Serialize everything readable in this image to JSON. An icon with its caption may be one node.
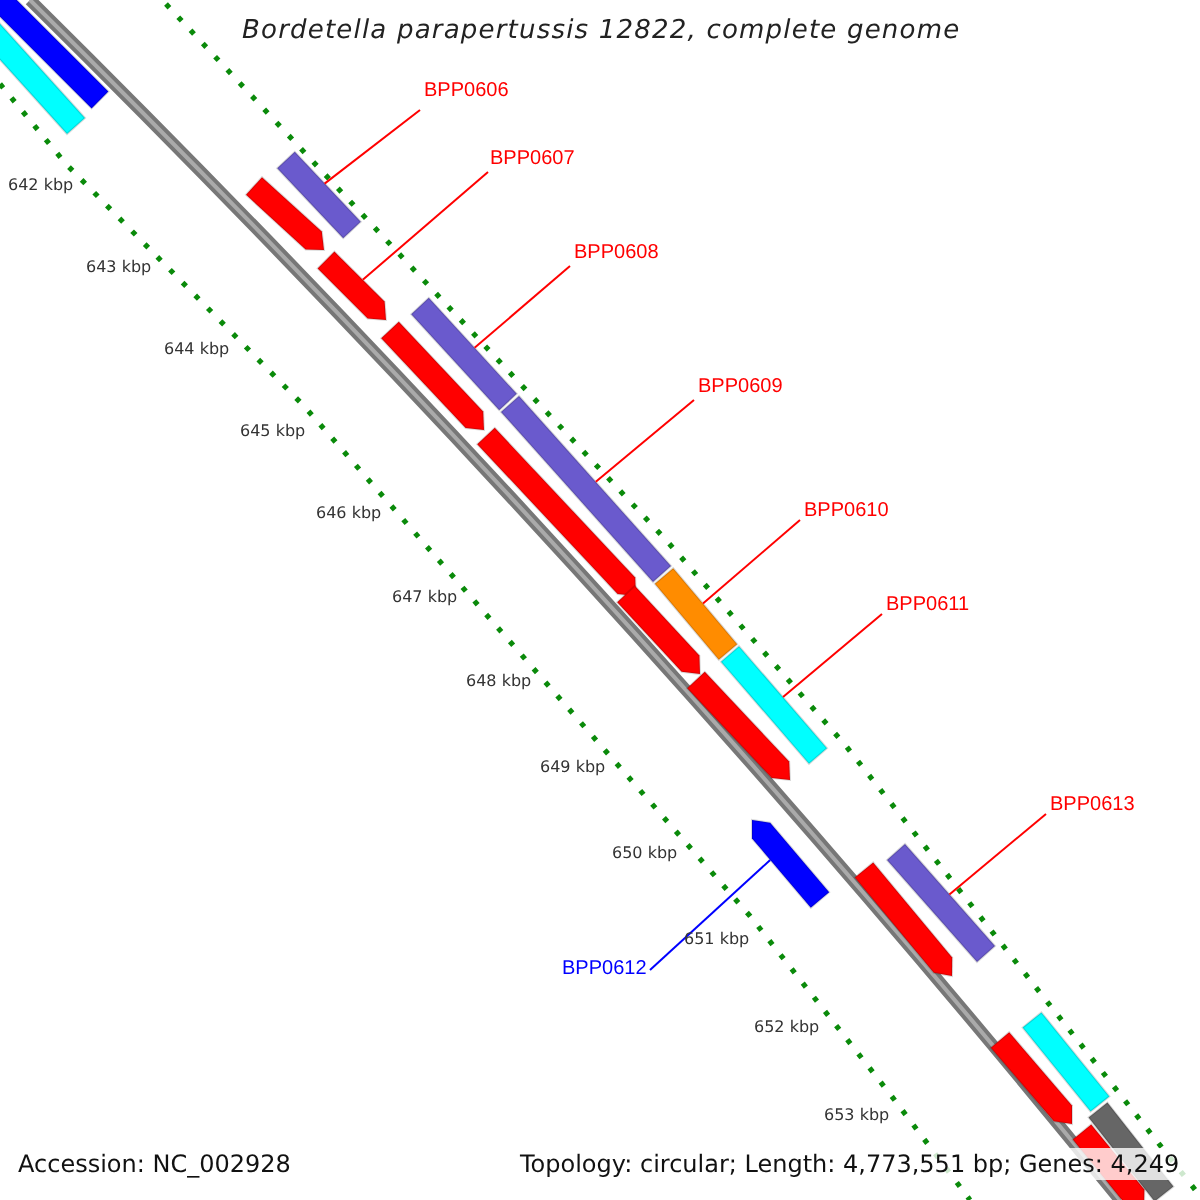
{
  "diagram": {
    "title": "Bordetella parapertussis 12822, complete genome",
    "nodes": [
      {
        "text": [],
        "shape": "bar"
      },
      {
        "text": [],
        "shape": "bar"
      },
      {
        "text": [
          "BPP0606"
        ]
      },
      {
        "text": [],
        "shape": "bar"
      },
      {
        "text": [],
        "shape": "arrow"
      },
      {
        "text": [
          "BPP0607"
        ]
      },
      {
        "text": [],
        "shape": "arrow"
      },
      {
        "text": [
          "BPP0608"
        ]
      },
      {
        "text": [],
        "shape": "bar"
      },
      {
        "text": [],
        "shape": "arrow"
      },
      {
        "text": [
          "BPP0609"
        ]
      },
      {
        "text": [],
        "shape": "bar"
      },
      {
        "text": [],
        "shape": "arrow"
      },
      {
        "text": [
          "BPP0610"
        ]
      },
      {
        "text": [],
        "shape": "bar"
      },
      {
        "text": [],
        "shape": "arrow"
      },
      {
        "text": [
          "BPP0611"
        ]
      },
      {
        "text": [],
        "shape": "bar"
      },
      {
        "text": [],
        "shape": "arrow"
      },
      {
        "text": [],
        "shape": "arrow"
      },
      {
        "text": [
          "BPP0613"
        ]
      },
      {
        "text": [],
        "shape": "bar"
      },
      {
        "text": [],
        "shape": "arrow"
      },
      {
        "text": [
          "BPP0612"
        ]
      },
      {
        "text": [],
        "shape": "arrow"
      },
      {
        "text": [],
        "shape": "bar"
      },
      {
        "text": [],
        "shape": "bar"
      },
      {
        "text": [],
        "shape": "arrow"
      }
    ],
    "edges": [
      {
        "from": 2,
        "to": 3,
        "arrow": "none"
      },
      {
        "from": 5,
        "to": 6,
        "arrow": "none"
      },
      {
        "from": 7,
        "to": 8,
        "arrow": "none"
      },
      {
        "from": 10,
        "to": 11,
        "arrow": "none"
      },
      {
        "from": 13,
        "to": 14,
        "arrow": "none"
      },
      {
        "from": 16,
        "to": 17,
        "arrow": "none"
      },
      {
        "from": 20,
        "to": 21,
        "arrow": "none"
      },
      {
        "from": 23,
        "to": 19,
        "arrow": "none",
        "color": "#0000ff"
      }
    ],
    "labels": [
      "642 kbp",
      "643 kbp",
      "644 kbp",
      "645 kbp",
      "646 kbp",
      "647 kbp",
      "648 kbp",
      "649 kbp",
      "650 kbp",
      "651 kbp",
      "652 kbp",
      "653 kbp",
      "Accession: NC_002928",
      "Topology: circular; Length: 4,773,551 bp; Genes: 4,249"
    ]
  }
}
